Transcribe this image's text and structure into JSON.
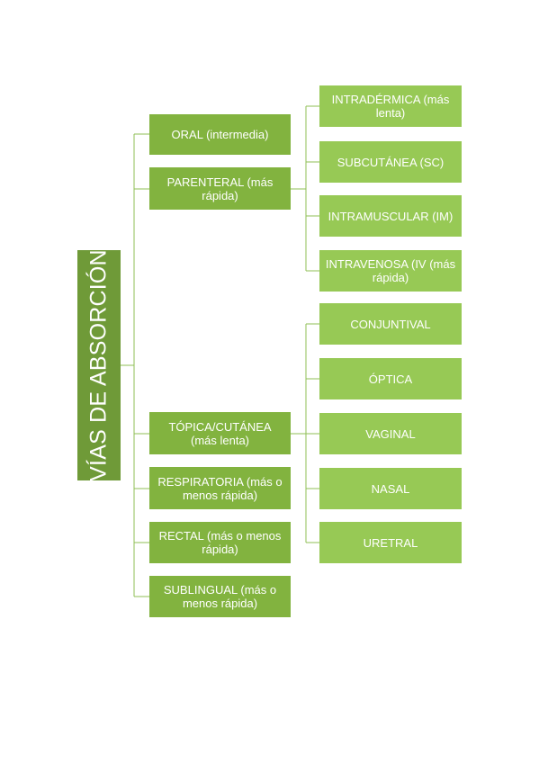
{
  "root": {
    "label": "VÍAS DE ABSORCIÓN"
  },
  "level1": [
    {
      "label": "ORAL (intermedia)"
    },
    {
      "label": "PARENTERAL (más rápida)"
    },
    {
      "label": "TÓPICA/CUTÁNEA (más lenta)"
    },
    {
      "label": "RESPIRATORIA (más o menos rápida)"
    },
    {
      "label": "RECTAL (más o menos rápida)"
    },
    {
      "label": "SUBLINGUAL (más o menos rápida)"
    }
  ],
  "parenteral_children": [
    {
      "label": "INTRADÉRMICA (más lenta)"
    },
    {
      "label": "SUBCUTÁNEA (SC)"
    },
    {
      "label": "INTRAMUSCULAR (IM)"
    },
    {
      "label": "INTRAVENOSA (IV (más rápida)"
    }
  ],
  "topica_children": [
    {
      "label": "CONJUNTIVAL"
    },
    {
      "label": "ÓPTICA"
    },
    {
      "label": "VAGINAL"
    },
    {
      "label": "NASAL"
    },
    {
      "label": "URETRAL"
    }
  ],
  "colors": {
    "root": "#6f9a38",
    "level1": "#82b33f",
    "level2": "#97c955",
    "connector": "#8fbf55"
  }
}
